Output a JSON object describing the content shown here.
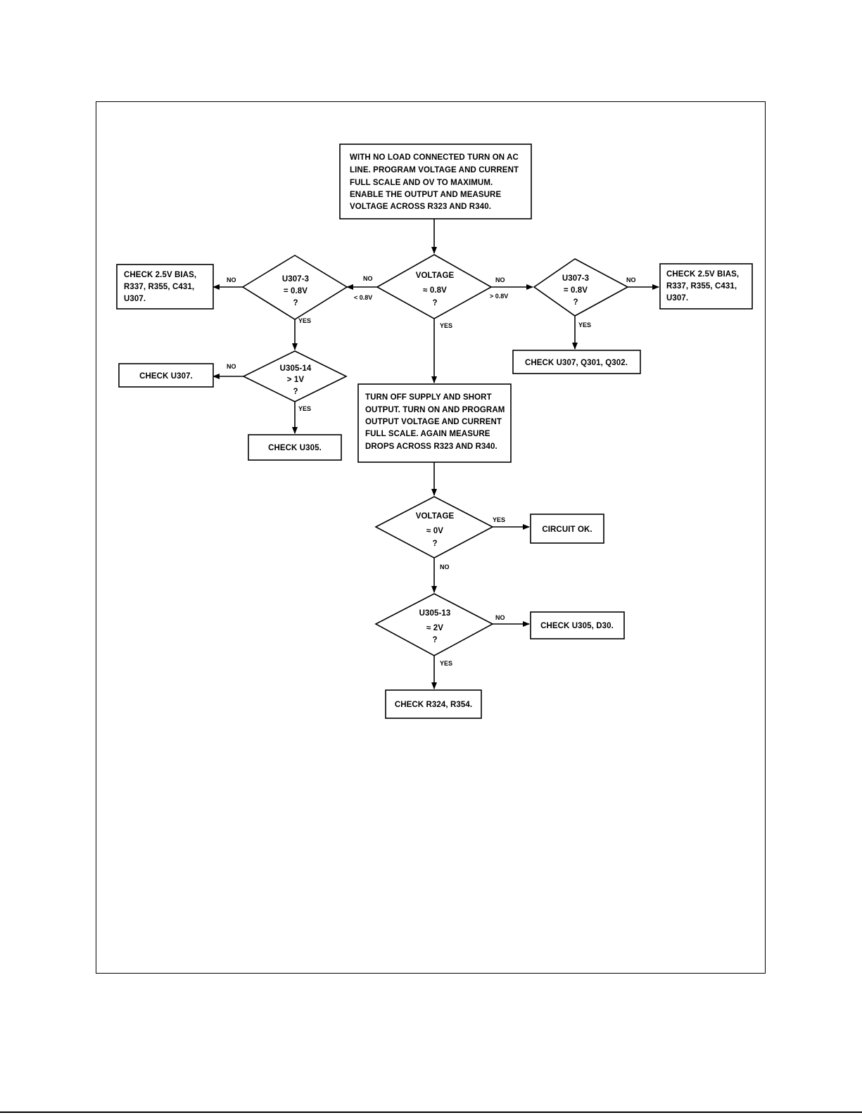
{
  "nodes": {
    "start": [
      "WITH NO LOAD CONNECTED TURN ON AC",
      "LINE. PROGRAM VOLTAGE AND CURRENT",
      "FULL SCALE AND OV TO MAXIMUM.",
      "ENABLE THE OUTPUT AND MEASURE",
      "VOLTAGE ACROSS R323 AND R340."
    ],
    "voltage_1": [
      "VOLTAGE",
      "≈ 0.8V",
      "?"
    ],
    "left_u307": [
      "U307-3",
      "= 0.8V",
      "?"
    ],
    "left_check_bias": [
      "CHECK 2.5V BIAS,",
      "R337, R355, C431,",
      "U307."
    ],
    "u305_14": [
      "U305-14",
      "> 1V",
      "?"
    ],
    "check_u307": [
      "CHECK U307."
    ],
    "check_u305_a": [
      "CHECK U305."
    ],
    "right_u307": [
      "U307-3",
      "= 0.8V",
      "?"
    ],
    "right_check_bias": [
      "CHECK 2.5V BIAS,",
      "R337, R355, C431,",
      "U307."
    ],
    "check_u307_q": [
      "CHECK U307, Q301, Q302."
    ],
    "short_output": [
      "TURN OFF SUPPLY AND SHORT",
      "OUTPUT. TURN ON AND PROGRAM",
      "OUTPUT VOLTAGE AND CURRENT",
      "FULL SCALE. AGAIN MEASURE",
      "DROPS ACROSS R323 AND R340."
    ],
    "voltage_0": [
      "VOLTAGE",
      "≈ 0V",
      "?"
    ],
    "circuit_ok": [
      "CIRCUIT OK."
    ],
    "u305_13": [
      "U305-13",
      "≈ 2V",
      "?"
    ],
    "check_u305_d30": [
      "CHECK U305, D30."
    ],
    "check_r324": [
      "CHECK R324, R354."
    ]
  },
  "edge_labels": {
    "no": "NO",
    "yes": "YES",
    "less": "< 0.8V",
    "greater": "> 0.8V"
  }
}
